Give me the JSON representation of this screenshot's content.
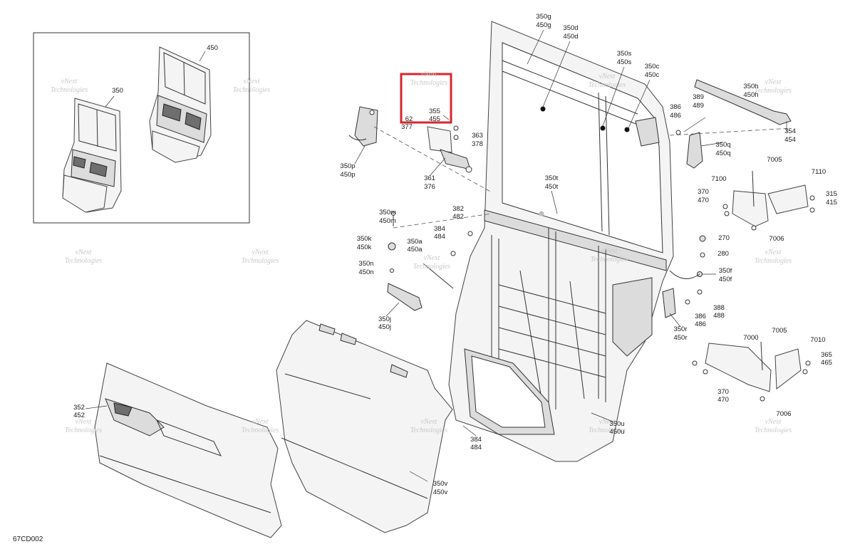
{
  "diagram_code": "67CD002",
  "watermark": [
    "vNext",
    "Technologies"
  ],
  "labels": {
    "l450_inset": "450",
    "l350_inset": "350",
    "l350g": "350g",
    "l450g": "450g",
    "l350d": "350d",
    "l450d": "450d",
    "l350s": "350s",
    "l450s": "450s",
    "l350c": "350c",
    "l450c": "450c",
    "l350h": "350h",
    "l450h": "450h",
    "l386a": "386",
    "l486a": "486",
    "l389": "389",
    "l489": "489",
    "l354": "354",
    "l454": "454",
    "l350q": "350q",
    "l450q": "450q",
    "l355": "355",
    "l455": "455",
    "l62": "62",
    "l377": "377",
    "l363": "363",
    "l378": "378",
    "l350p": "350p",
    "l450p": "450p",
    "l361": "361",
    "l376": "376",
    "l350t": "350t",
    "l450t": "450t",
    "l7005a": "7005",
    "l7100": "7100",
    "l7110": "7110",
    "l370a": "370",
    "l470a": "470",
    "l315": "315",
    "l415": "415",
    "l7006a": "7006",
    "l350m": "350m",
    "l450m": "450m",
    "l382": "382",
    "l482": "482",
    "l384a": "384",
    "l484a": "484",
    "l350k": "350k",
    "l450k": "450k",
    "l350a": "350a",
    "l450a": "450a",
    "l270": "270",
    "l280": "280",
    "l350n": "350n",
    "l450n": "450n",
    "l350f": "350f",
    "l450f": "450f",
    "l388": "388",
    "l488": "488",
    "l386b": "386",
    "l486b": "486",
    "l350j": "350j",
    "l450j": "450j",
    "l350r": "350r",
    "l450r": "450r",
    "l7000": "7000",
    "l7005b": "7005",
    "l7010": "7010",
    "l365": "365",
    "l465": "465",
    "l370b": "370",
    "l470b": "470",
    "l7006b": "7006",
    "l352": "352",
    "l452": "452",
    "l350u": "350u",
    "l450u": "450u",
    "l384b": "384",
    "l484b": "484",
    "l350v": "350v",
    "l450v": "450v"
  },
  "highlight_color": "#d8262c"
}
